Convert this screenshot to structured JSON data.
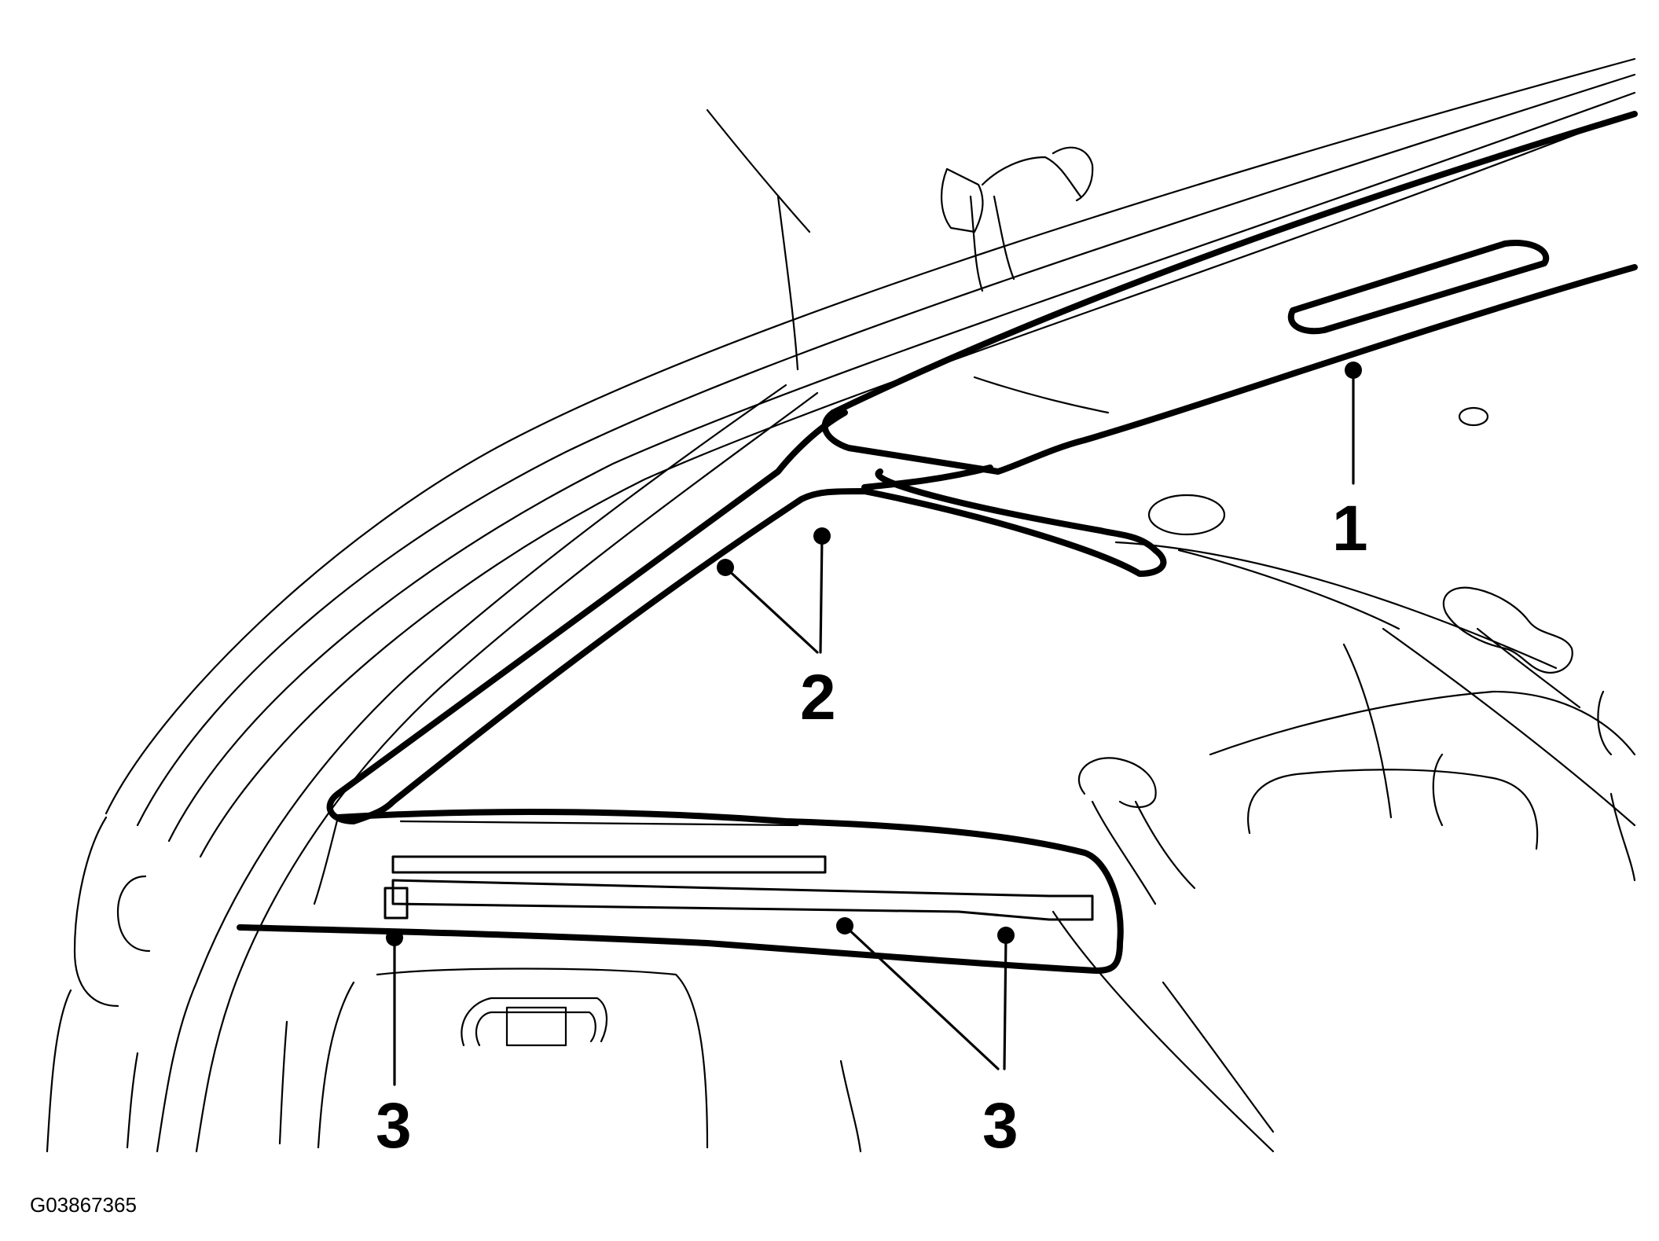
{
  "callouts": {
    "c1": "1",
    "c2": "2",
    "c3_left": "3",
    "c3_right": "3"
  },
  "figure_id": "G03867365"
}
